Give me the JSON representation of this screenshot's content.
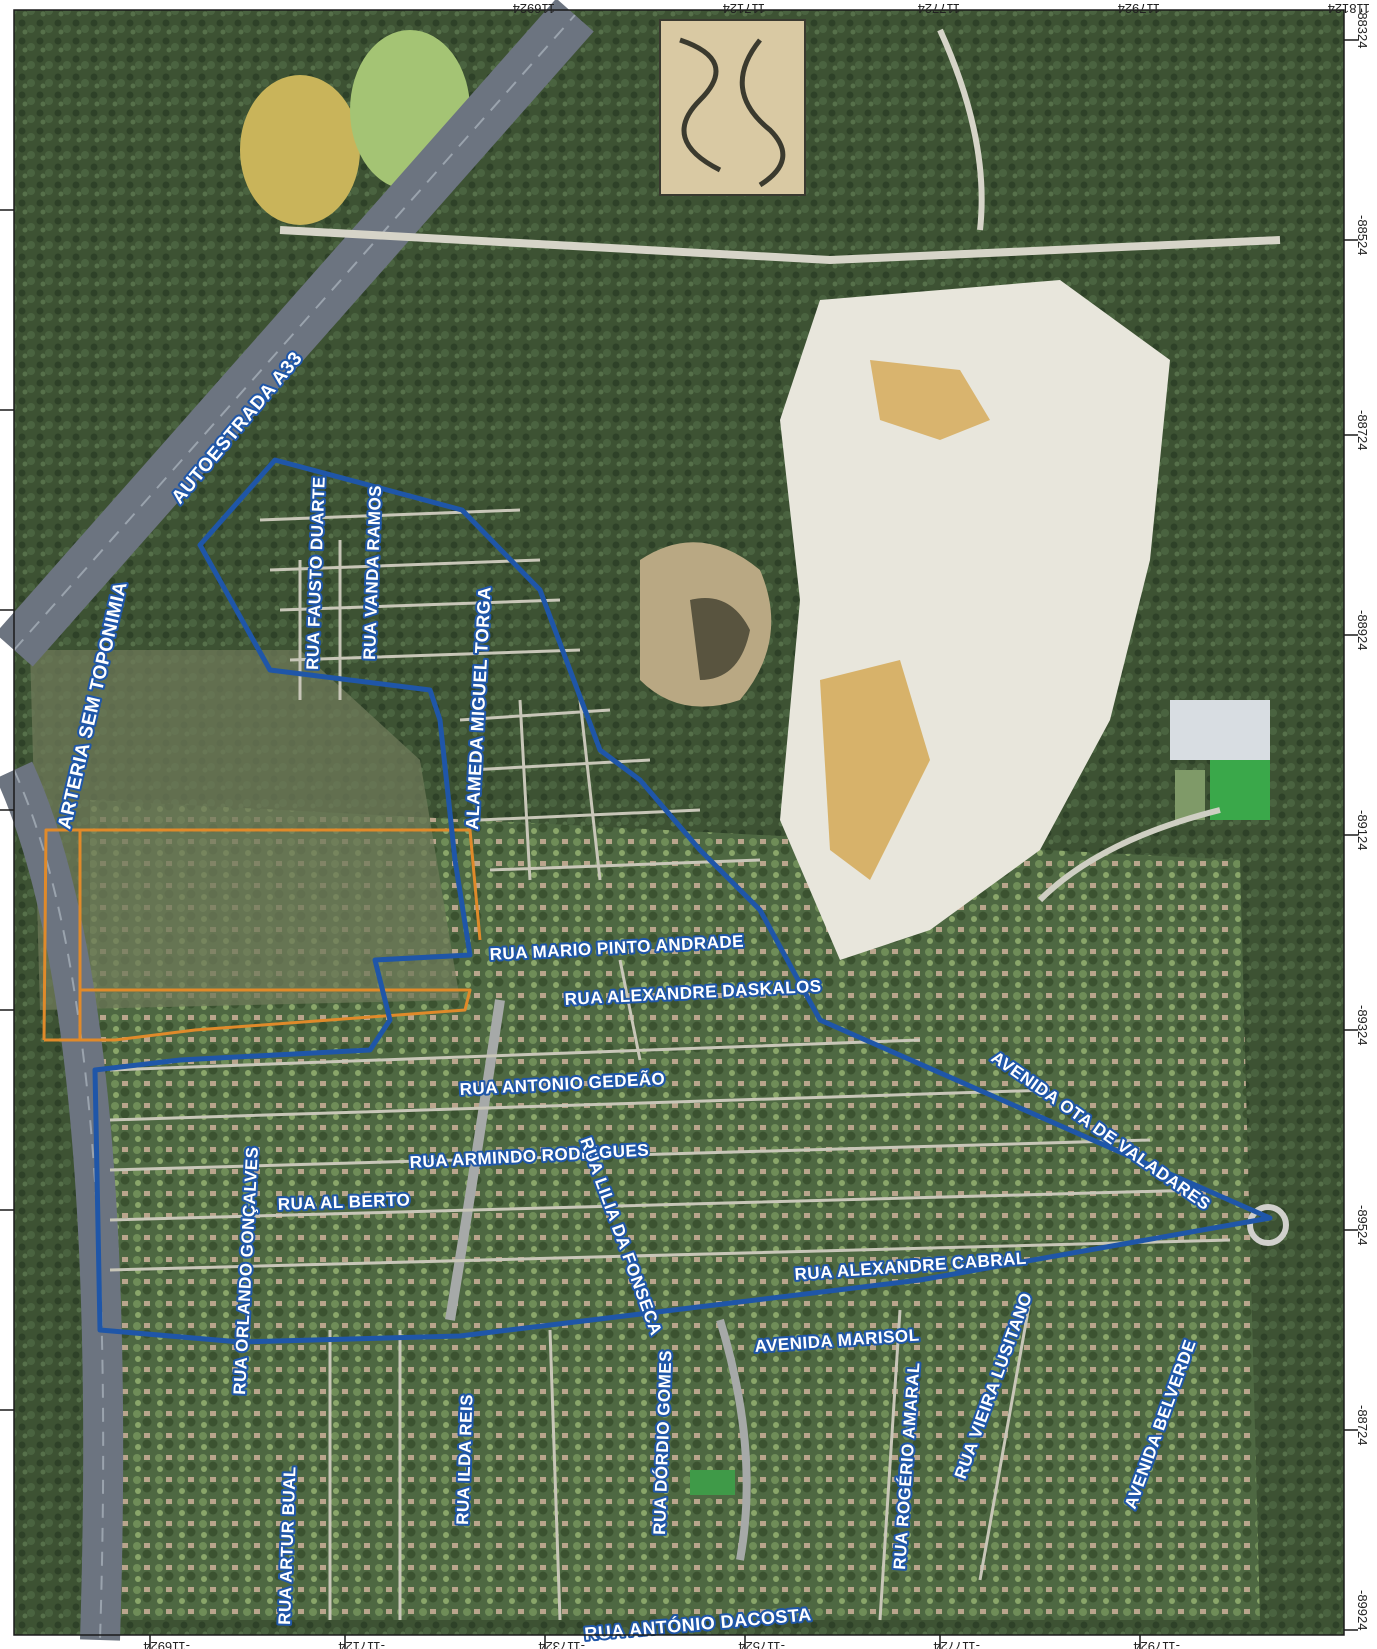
{
  "colors": {
    "boundary": "#1f56a8",
    "secondary_boundary": "#e08a2a",
    "vegetation": "#3f5534",
    "quarry": "#e8e6dc",
    "highway": "#6c7480",
    "field": "#3aa84a"
  },
  "streets": {
    "autoestrada": "AUTOESTRADA A33",
    "arteria": "ARTERIA SEM TOPONIMIA",
    "fausto": "RUA FAUSTO DUARTE",
    "vanda": "RUA VANDA RAMOS",
    "alameda": "ALAMEDA MIGUEL TORGA",
    "mario": "RUA MARIO PINTO ANDRADE",
    "daskalos": "RUA ALEXANDRE DASKALOS",
    "gedeao": "RUA ANTONIO GEDEÃO",
    "armindo": "RUA ARMINDO RODRIGUES",
    "orlando": "RUA ORLANDO GONÇALVES",
    "alberto": "RUA AL BERTO",
    "lilia": "RUA LILIA DA FONSECA",
    "cabral": "RUA ALEXANDRE CABRAL",
    "ota": "AVENIDA OTA DE VALADARES",
    "marisol": "AVENIDA MARISOL",
    "dordio": "RUA DÓRDIO GOMES",
    "rogerio": "RUA ROGÉRIO AMARAL",
    "vieira": "RUA VIEIRA LUSITANO",
    "belverde": "AVENIDA BELVERDE",
    "artur": "RUA ARTUR BUAL",
    "ilda": "RUA ILDA REIS",
    "dacosta": "RUA ANTÓNIO DACOSTA"
  },
  "grid": {
    "top": [
      "116924",
      "117124",
      "117724",
      "117924",
      "118124"
    ],
    "bottom": [
      "-116924",
      "-117124",
      "-117324",
      "-117524",
      "-117724",
      "-117924"
    ],
    "right": [
      "-88324",
      "-88524",
      "-88724",
      "-88924",
      "-89124",
      "-89324",
      "-89524",
      "-88724",
      "-89924"
    ]
  }
}
